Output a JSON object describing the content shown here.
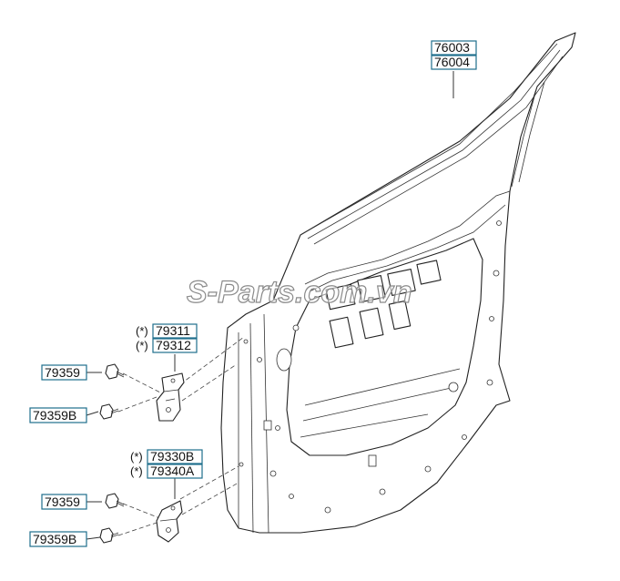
{
  "watermark": "S-Parts.com.vn",
  "labels": {
    "door_panel": [
      "76003",
      "76004"
    ],
    "upper_hinge": [
      "79311",
      "79312"
    ],
    "lower_hinge": [
      "79330B",
      "79340A"
    ],
    "upper_bolt": "79359",
    "upper_bolt_b": "79359B",
    "lower_bolt": "79359",
    "lower_bolt_b": "79359B"
  },
  "optional_marker": "(*)",
  "colors": {
    "label_border": "#1e6f8c",
    "line": "#222222"
  }
}
